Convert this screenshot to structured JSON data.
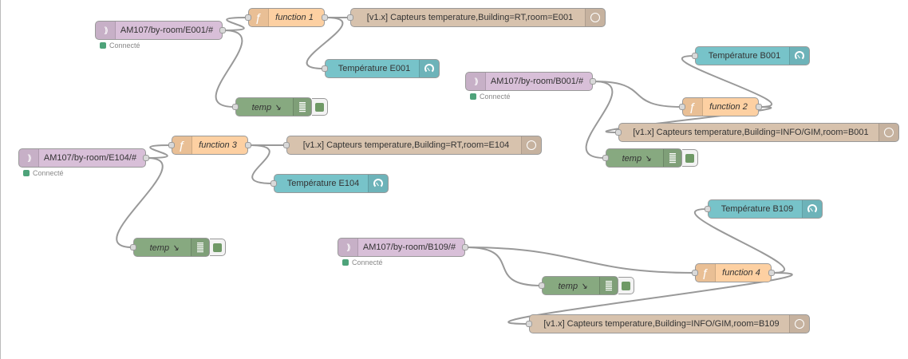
{
  "colors": {
    "mqtt": "#d8bfd8",
    "function": "#fdd0a2",
    "influx": "#d7c2ad",
    "gauge": "#77c3c9",
    "debug": "#87a980",
    "status": "#4ea37a",
    "toggle": "#6f9966",
    "wire": "#999999"
  },
  "icons": {
    "mqtt": "radio-waves-icon",
    "function": "function-icon",
    "influx": "globe-icon",
    "gauge": "gauge-icon",
    "debug": "debug-list-icon"
  },
  "nodes": {
    "mqtt_e001": {
      "label": "AM107/by-room/E001/#",
      "status": "Connecté"
    },
    "mqtt_e104": {
      "label": "AM107/by-room/E104/#",
      "status": "Connecté"
    },
    "mqtt_b001": {
      "label": "AM107/by-room/B001/#",
      "status": "Connecté"
    },
    "mqtt_b109": {
      "label": "AM107/by-room/B109/#",
      "status": "Connecté"
    },
    "fn1": {
      "label": "function 1"
    },
    "fn2": {
      "label": "function 2"
    },
    "fn3": {
      "label": "function 3"
    },
    "fn4": {
      "label": "function 4"
    },
    "influx_e001": {
      "label": "[v1.x] Capteurs temperature,Building=RT,room=E001"
    },
    "influx_e104": {
      "label": "[v1.x] Capteurs temperature,Building=RT,room=E104"
    },
    "influx_b001": {
      "label": "[v1.x] Capteurs temperature,Building=INFO/GIM,room=B001"
    },
    "influx_b109": {
      "label": "[v1.x] Capteurs temperature,Building=INFO/GIM,room=B109"
    },
    "gauge_e001": {
      "label": "Température E001"
    },
    "gauge_e104": {
      "label": "Température E104"
    },
    "gauge_b001": {
      "label": "Température B001"
    },
    "gauge_b109": {
      "label": "Température B109"
    },
    "debug_1": {
      "label": "temp"
    },
    "debug_2": {
      "label": "temp"
    },
    "debug_3": {
      "label": "temp"
    },
    "debug_4": {
      "label": "temp"
    }
  },
  "wires": [
    [
      "mqtt_e001",
      "fn1"
    ],
    [
      "mqtt_e001",
      "debug_1"
    ],
    [
      "fn1",
      "influx_e001"
    ],
    [
      "fn1",
      "gauge_e001"
    ],
    [
      "mqtt_e104",
      "fn3"
    ],
    [
      "mqtt_e104",
      "debug_3"
    ],
    [
      "fn3",
      "influx_e104"
    ],
    [
      "fn3",
      "gauge_e104"
    ],
    [
      "mqtt_b001",
      "fn2"
    ],
    [
      "mqtt_b001",
      "debug_2"
    ],
    [
      "fn2",
      "gauge_b001"
    ],
    [
      "fn2",
      "influx_b001"
    ],
    [
      "mqtt_b109",
      "fn4"
    ],
    [
      "mqtt_b109",
      "debug_4"
    ],
    [
      "fn4",
      "gauge_b109"
    ],
    [
      "fn4",
      "influx_b109"
    ]
  ]
}
